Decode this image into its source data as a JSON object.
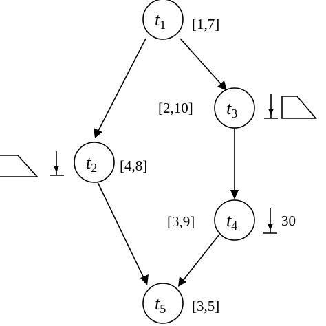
{
  "nodes": [
    {
      "id": "t1",
      "letter": "t",
      "sub": "1",
      "interval": "[1,7]"
    },
    {
      "id": "t2",
      "letter": "t",
      "sub": "2",
      "interval": "[4,8]"
    },
    {
      "id": "t3",
      "letter": "t",
      "sub": "3",
      "interval": "[2,10]"
    },
    {
      "id": "t4",
      "letter": "t",
      "sub": "4",
      "interval": "[3,9]"
    },
    {
      "id": "t5",
      "letter": "t",
      "sub": "5",
      "interval": "[3,5]"
    }
  ],
  "edges": [
    {
      "from": "t1",
      "to": "t2"
    },
    {
      "from": "t1",
      "to": "t3"
    },
    {
      "from": "t3",
      "to": "t4"
    },
    {
      "from": "t2",
      "to": "t5"
    },
    {
      "from": "t4",
      "to": "t5"
    }
  ],
  "annotations": {
    "t4_value": "30"
  },
  "icons": {
    "down_arrow": "down-arrow-bar-icon",
    "ramp": "ramp-profile-icon"
  }
}
